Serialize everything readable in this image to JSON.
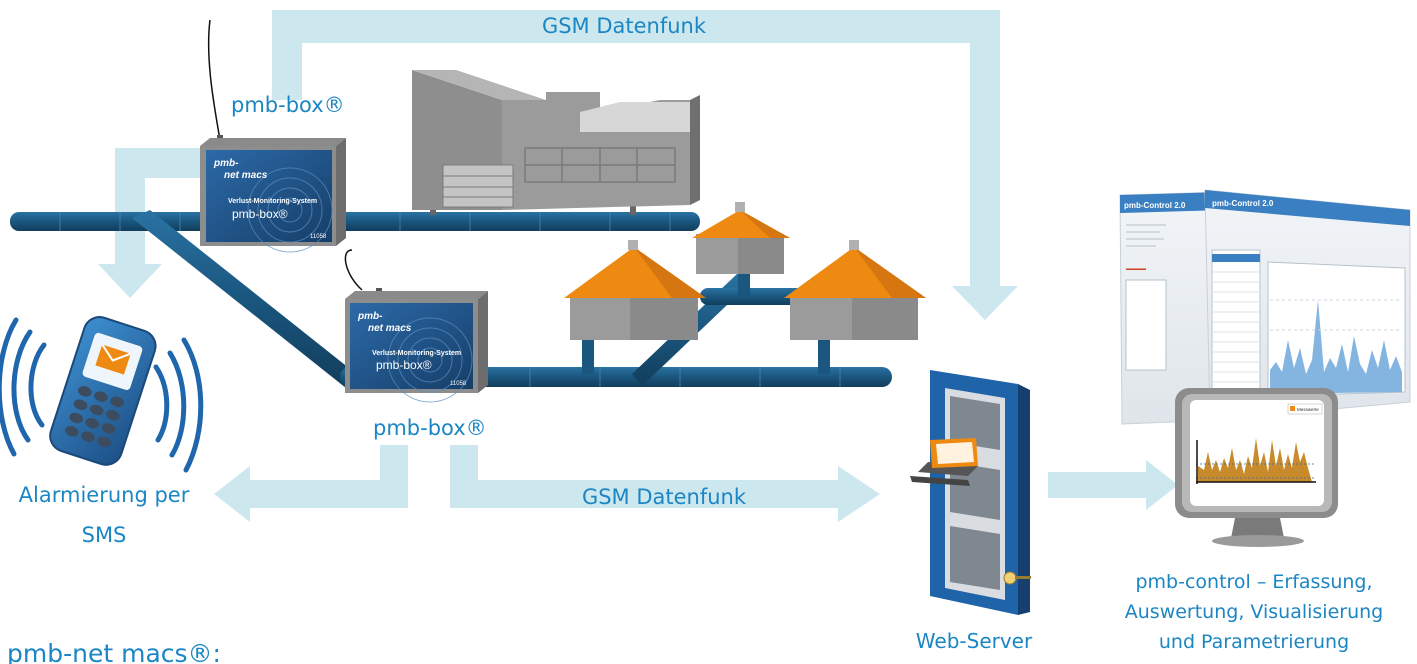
{
  "labels": {
    "gsm_top": "GSM Datenfunk",
    "gsm_bottom": "GSM Datenfunk",
    "pmb_box_top": "pmb-box®",
    "pmb_box_bottom": "pmb-box®",
    "sms_line1": "Alarmierung per",
    "sms_line2": "SMS",
    "web_server": "Web-Server",
    "control_line1": "pmb-control – Erfassung,",
    "control_line2": "Auswertung, Visualisierung",
    "control_line3": "und Parametrierung",
    "footer_title": "pmb-net macs®:"
  },
  "device": {
    "brand_line1": "pmb-",
    "brand_line2": "net macs",
    "subtitle": "Verlust-Monitoring-System",
    "name": "pmb-box®",
    "serial": "11058"
  },
  "screens": {
    "app_title_back": "pmb-Control 2.0",
    "app_title_front": "pmb-Control 2.0",
    "monitor_legend": "Messwerte"
  },
  "colors": {
    "label_blue": "#1b86c4",
    "arrow_blue": "#cde7ee",
    "pipe_blue": "#1a567e",
    "box_blue": "#1e4f82",
    "roof_orange": "#ee8a12",
    "building_gray": "#9b9b9b",
    "server_blue": "#1f63a8"
  }
}
